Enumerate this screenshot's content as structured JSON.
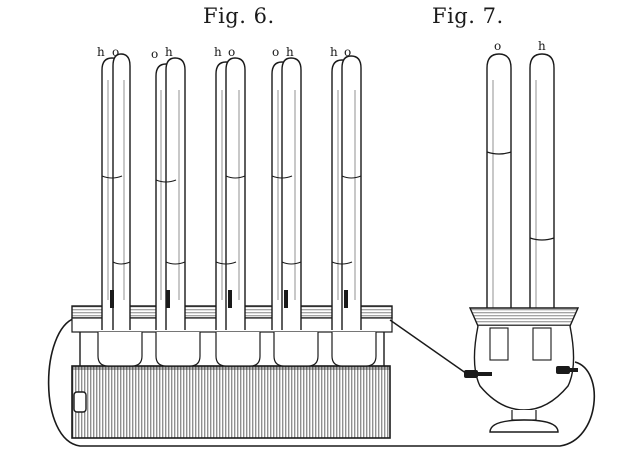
{
  "figures": {
    "fig6": {
      "caption": "Fig. 6.",
      "tube_markers": [
        [
          "h",
          "o"
        ],
        [
          "o",
          "h"
        ],
        [
          "h",
          "o"
        ],
        [
          "o",
          "h"
        ],
        [
          "h",
          "o"
        ]
      ]
    },
    "fig7": {
      "caption": "Fig. 7.",
      "tube_markers": [
        "o",
        "h"
      ]
    }
  },
  "colors": {
    "ink": "#1a1a1a",
    "paper": "#ffffff",
    "hatch": "#555555"
  }
}
